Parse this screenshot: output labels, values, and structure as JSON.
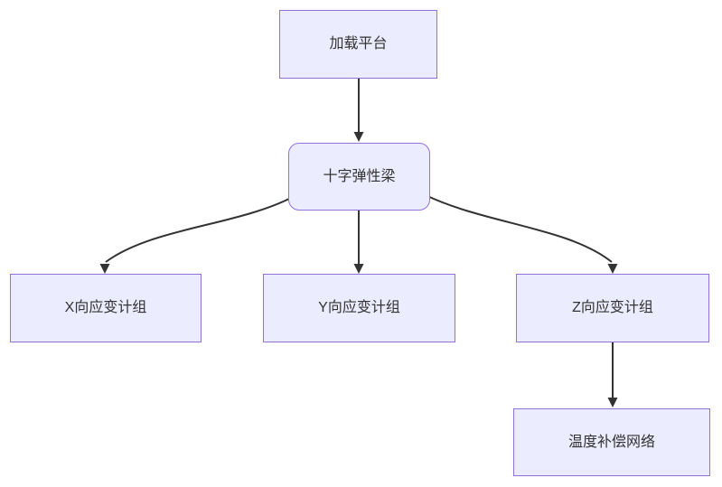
{
  "diagram": {
    "type": "flowchart",
    "direction": "top-down",
    "nodes": [
      {
        "id": "platform",
        "label": "加载平台",
        "shape": "rect"
      },
      {
        "id": "beam",
        "label": "十字弹性梁",
        "shape": "rounded-rect"
      },
      {
        "id": "x_group",
        "label": "X向应变计组",
        "shape": "rect"
      },
      {
        "id": "y_group",
        "label": "Y向应变计组",
        "shape": "rect"
      },
      {
        "id": "z_group",
        "label": "Z向应变计组",
        "shape": "rect"
      },
      {
        "id": "temp_network",
        "label": "温度补偿网络",
        "shape": "rect"
      }
    ],
    "edges": [
      {
        "from": "platform",
        "to": "beam"
      },
      {
        "from": "beam",
        "to": "x_group"
      },
      {
        "from": "beam",
        "to": "y_group"
      },
      {
        "from": "beam",
        "to": "z_group"
      },
      {
        "from": "z_group",
        "to": "temp_network"
      }
    ],
    "colors": {
      "node_fill": "#ECECFF",
      "node_border": "#9370DB",
      "edge": "#333333",
      "text": "#333333",
      "background": "#FFFFFF"
    }
  }
}
